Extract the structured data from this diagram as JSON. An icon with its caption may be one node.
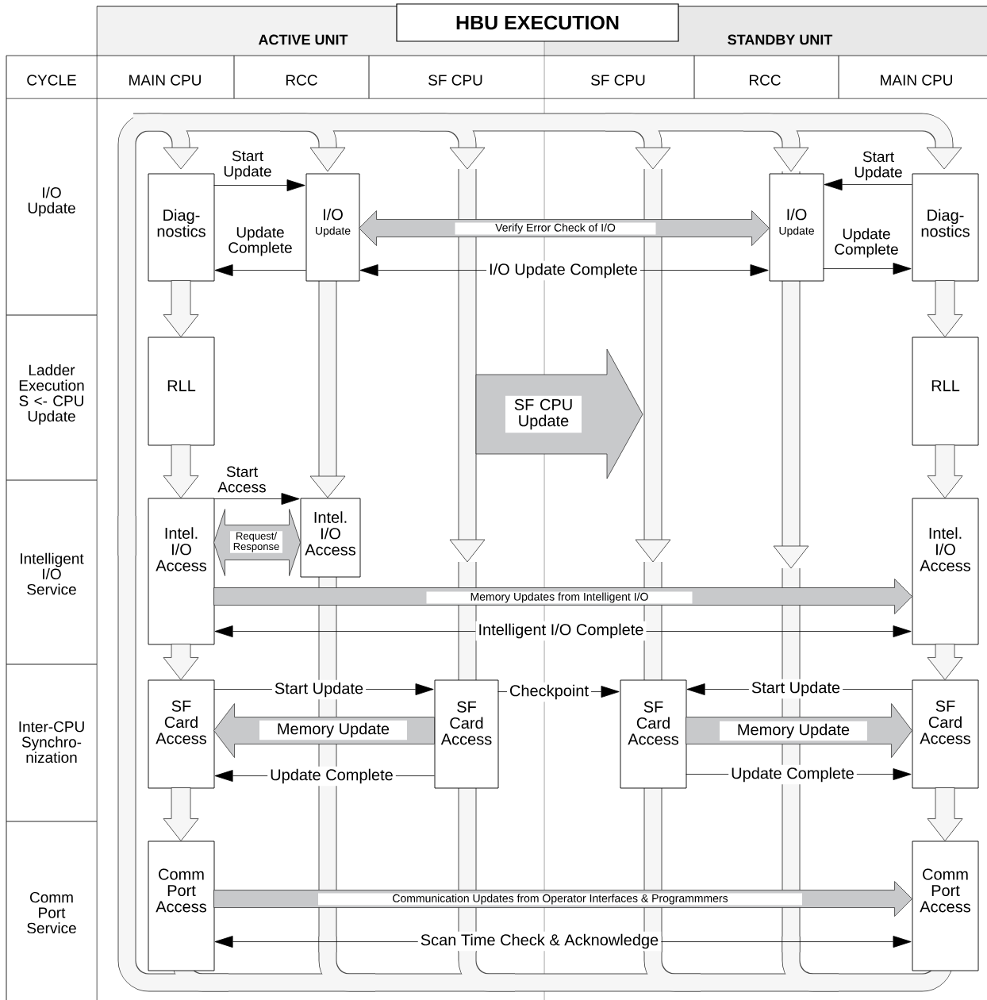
{
  "diagram": {
    "title": "HBU EXECUTION",
    "nodes": [
      {
        "text": [
          "Diag- nostics"
        ]
      },
      {
        "text": [
          "I/O",
          "Update"
        ]
      },
      {
        "text": [
          "I/O",
          "Update"
        ]
      },
      {
        "text": [
          "Diag- nostics"
        ]
      },
      {
        "text": [
          "RLL"
        ]
      },
      {
        "text": [
          "RLL"
        ]
      },
      {
        "text": [
          "Intel. I/O Access"
        ]
      },
      {
        "text": [
          "Intel. I/O Access"
        ]
      },
      {
        "text": [
          "Intel. I/O Access"
        ]
      },
      {
        "text": [
          "SF Card Access"
        ]
      },
      {
        "text": [
          "SF Card Access"
        ]
      },
      {
        "text": [
          "SF Card Access"
        ]
      },
      {
        "text": [
          "SF Card Access"
        ]
      },
      {
        "text": [
          "Comm Port Access"
        ]
      },
      {
        "text": [
          "Comm Port Access"
        ]
      },
      {
        "text": [
          "SF CPU Update"
        ]
      }
    ],
    "edges": [
      {
        "from": 0,
        "to": 1,
        "arrow": "to",
        "label": "Start Update"
      },
      {
        "from": 1,
        "to": 0,
        "arrow": "to",
        "label": "Update Complete"
      },
      {
        "from": 1,
        "to": 2,
        "arrow": "both",
        "label": "Verify Error Check of I/O",
        "style": "thick",
        "color": "#c8c9cb"
      },
      {
        "from": 1,
        "to": 2,
        "arrow": "both",
        "label": "I/O Update Complete"
      },
      {
        "from": 3,
        "to": 2,
        "arrow": "to",
        "label": "Start Update"
      },
      {
        "from": 2,
        "to": 3,
        "arrow": "to",
        "label": "Update Complete"
      },
      {
        "from": 0,
        "to": 4,
        "arrow": "to",
        "style": "thick",
        "color": "#f6f6f6"
      },
      {
        "from": 3,
        "to": 5,
        "arrow": "to",
        "style": "thick",
        "color": "#f6f6f6"
      },
      {
        "from": 4,
        "to": 6,
        "arrow": "to",
        "style": "thick",
        "color": "#f6f6f6"
      },
      {
        "from": 5,
        "to": 8,
        "arrow": "to",
        "style": "thick",
        "color": "#f6f6f6"
      },
      {
        "from": 6,
        "to": 7,
        "arrow": "to",
        "label": "Start Access"
      },
      {
        "from": 6,
        "to": 7,
        "arrow": "both",
        "label": "Request/ Response",
        "style": "thick",
        "color": "#c8c9cb"
      },
      {
        "from": 6,
        "to": 8,
        "arrow": "to",
        "label": "Memory Updates from Intelligent I/O",
        "style": "thick",
        "color": "#c8c9cb"
      },
      {
        "from": 6,
        "to": 8,
        "arrow": "both",
        "label": "Intelligent I/O Complete"
      },
      {
        "from": 6,
        "to": 9,
        "arrow": "to",
        "style": "thick",
        "color": "#f6f6f6"
      },
      {
        "from": 8,
        "to": 12,
        "arrow": "to",
        "style": "thick",
        "color": "#f6f6f6"
      },
      {
        "from": 9,
        "to": 10,
        "arrow": "to",
        "label": "Start Update"
      },
      {
        "from": 10,
        "to": 9,
        "arrow": "to",
        "label": "Memory  Update",
        "style": "thick",
        "color": "#c8c9cb"
      },
      {
        "from": 10,
        "to": 9,
        "arrow": "to",
        "label": "Update Complete"
      },
      {
        "from": 10,
        "to": 11,
        "arrow": "to",
        "label": "Checkpoint"
      },
      {
        "from": 12,
        "to": 11,
        "arrow": "to",
        "label": "Start Update"
      },
      {
        "from": 11,
        "to": 12,
        "arrow": "to",
        "label": "Memory  Update",
        "style": "thick",
        "color": "#c8c9cb"
      },
      {
        "from": 11,
        "to": 12,
        "arrow": "to",
        "label": "Update Complete"
      },
      {
        "from": 9,
        "to": 13,
        "arrow": "to",
        "style": "thick",
        "color": "#f6f6f6"
      },
      {
        "from": 12,
        "to": 14,
        "arrow": "to",
        "style": "thick",
        "color": "#f6f6f6"
      },
      {
        "from": 13,
        "to": 14,
        "arrow": "to",
        "label": "Communication Updates from Operator Interfaces & Programmmers",
        "style": "thick",
        "color": "#c8c9cb"
      },
      {
        "from": 13,
        "to": 14,
        "arrow": "both",
        "label": "Scan Time Check & Acknowledge"
      }
    ],
    "labels": [
      "ACTIVE UNIT",
      "STANDBY UNIT",
      "CYCLE",
      "MAIN CPU",
      "RCC",
      "SF CPU",
      "SF CPU",
      "RCC",
      "MAIN CPU",
      "I/O Update",
      "Ladder Execution S <- CPU Update",
      "Intelligent I/O Service",
      "Inter-CPU Synchro- nization",
      "Comm Port Service"
    ]
  }
}
